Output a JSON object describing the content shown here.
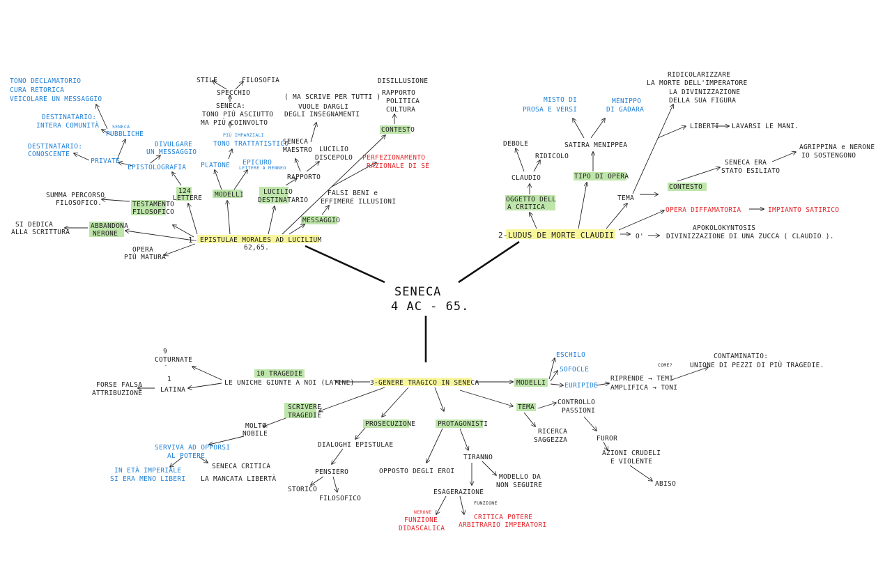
{
  "center": {
    "title": "SENECA",
    "dates": "4 AC - 65."
  },
  "b1": {
    "num": "1-",
    "title": "EPISTULAE MORALES AD LUCILIUM",
    "years": "62,65.",
    "tono": [
      "TONO DECLAMATORIO",
      "CURA RETORICA",
      "VEICOLARE UN MESSAGGIO"
    ],
    "seneca_small": "SENECA",
    "pubbliche": "PUBBLICHE",
    "dest_intera": [
      "DESTINATARIO:",
      "INTERA COMUNITÀ"
    ],
    "dest_conoscente": [
      "DESTINATARIO:",
      "CONOSCENTE"
    ],
    "private": "PRIVATE",
    "divulgare": [
      "DIVULGARE",
      "UN MESSAGGIO"
    ],
    "epistolografia": "EPISTOLOGRAFIA",
    "lettere": [
      "124",
      "LETTERE"
    ],
    "summa": [
      "SUMMA PERCORSO",
      "FILOSOFICO."
    ],
    "testamento": [
      "TESTAMENTO",
      "FILOSOFICO"
    ],
    "si_dedica": [
      "SI DEDICA",
      "ALLA SCRITTURA"
    ],
    "abbandona": [
      "ABBANDONA",
      "NERONE"
    ],
    "opera": [
      "OPERA",
      "PIÙ MATURA"
    ],
    "stile": "STILE",
    "filosofia": "FILOSOFIA",
    "specchio": "SPECCHIO",
    "seneca_tono": [
      "SENECA:",
      "TONO PIÙ ASCIUTTO",
      "MA PIÙ COINVOLTO"
    ],
    "piu_imparziali": "PIÙ IMPARZIALI",
    "tono_trattatistico": "TONO TRATTATISTICO",
    "platone": "PLATONE",
    "epicuro": "EPICURO",
    "lettere_a_menneo": "LETTERE A MENNEO",
    "modelli": "MODELLI",
    "ma_scrive": "( MA SCRIVE PER TUTTI )",
    "vuole_darli": [
      "VUOLE DARGLI",
      "DEGLI INSEGNAMENTI"
    ],
    "seneca_maestro": [
      "SENECA",
      "MAESTRO"
    ],
    "lucilio_discepolo": [
      "LUCILIO",
      "DISCEPOLO"
    ],
    "rapporto": "RAPPORTO",
    "lucilio_dest": [
      "LUCILIO",
      "DESTINATARIO"
    ],
    "disillusione": [
      "DISILLUSIONE",
      "RAPPORTO",
      "POLITICA",
      "CULTURA"
    ],
    "contesto": "CONTESTO",
    "perfezionamento": [
      "PERFEZIONAMENTO",
      "RAZIONALE DI SÉ"
    ],
    "falsi_beni": [
      "FALSI BENI e",
      "EFFIMERE ILLUSIONI"
    ],
    "messaggio": "MESSAGGIO"
  },
  "b2": {
    "num": "2-",
    "title": "LUDUS DE MORTE CLAUDII",
    "misto": [
      "MISTO DI",
      "PROSA E VERSI"
    ],
    "menippo": [
      "MENIPPO",
      "DI GADARA"
    ],
    "satira": "SATIRA MENIPPEA",
    "debole": "DEBOLE",
    "ridicolo": "RIDICOLO",
    "claudio": "CLAUDIO",
    "tipo": "TIPO DI OPERA",
    "oggetto": [
      "OGGETTO DELL",
      "A CRITICA"
    ],
    "ridicolarizzare": [
      "RIDICOLARIZZARE",
      "LA MORTE DELL'IMPERATORE",
      "LA DIVINIZZAZIONE",
      "DELLA SUA FIGURA"
    ],
    "liberti": "LIBERTI",
    "lavarsi": "LAVARSI LE MANI.",
    "tema": "TEMA",
    "agrippina": [
      "AGRIPPINA e NERONE",
      "IO SOSTENGONO"
    ],
    "seneca_era": [
      "SENECA ERA",
      "STATO ESILIATO"
    ],
    "contesto": "CONTESTO",
    "opera_diff": "OPERA DIFFAMATORIA",
    "impianto": "IMPIANTO SATIRICO",
    "apokolo": [
      "APOKOLOKYNTOSIS",
      "DIVINIZZAZIONE DI UNA ZUCCA ( CLAUDIO )."
    ],
    "to_o": "O'"
  },
  "b3": {
    "num": "3-",
    "title": "GENERE TRAGICO IN SENECA",
    "io_tragedie": "10 TRAGEDIE",
    "le_uniche": "LE UNICHE GIUNTE A NOI (LATINE)",
    "nine": "9",
    "coturnate": "COTURNATE",
    "one": "1",
    "latina": "LATINA",
    "forse": [
      "FORSE FALSA",
      "ATTRIBUZIONE"
    ],
    "scrivere": [
      "SCRIVERE",
      "TRAGEDIE"
    ],
    "molto": [
      "MOLTO",
      "NOBILE"
    ],
    "serviva": [
      "SERVIVA AD OPPORSI",
      "AL POTERE"
    ],
    "eta": [
      "IN ETÀ IMPERIALE",
      "SI ERA MENO LIBERI"
    ],
    "critica": [
      "SENECA CRITICA",
      "LA MANCATA LIBERTÀ"
    ],
    "prosecuzione": "PROSECUZIONE",
    "dialoghi": "DIALOGHI EPISTULAE",
    "pensiero": "PENSIERO",
    "storico": "STORICO",
    "filosofico": "FILOSOFICO",
    "protagonisti": "PROTAGONISTI",
    "opposto": "OPPOSTO DEGLI EROI",
    "tiranno": "TIRANNO",
    "modello": [
      "MODELLO DA",
      "NON SEGUIRE"
    ],
    "esagerazione": "ESAGERAZIONE",
    "funzione_sml": "FUNZIONE",
    "nerone_sml": "NERONE",
    "funzione_did": [
      "FUNZIONE",
      "DIDASCALICA"
    ],
    "critica_potere": [
      "CRITICA POTERE",
      "ARBITRARIO IMPERATORI"
    ],
    "tema": "TEMA",
    "controllo": [
      "CONTROLLO",
      "PASSIONI"
    ],
    "ricerca": [
      "RICERCA",
      "SAGGEZZA"
    ],
    "furor": "FUROR",
    "azioni": [
      "AZIONI CRUDELI",
      "E VIOLENTE"
    ],
    "abiso": "ABISO",
    "modelli": "MODELLI",
    "eschilo": "ESCHILO",
    "sofocle": "SOFOCLE",
    "euripide": "EURIPIDE",
    "come": "COME?",
    "riprende": "RIPRENDE → TEMI",
    "amplifica": "AMPLIFICA → TONI",
    "contaminatio": [
      "CONTAMINATIO:",
      "UNIONE DI PEZZI DI PIÙ TRAGEDIE."
    ]
  },
  "colors": {
    "text": "#1c1c1c",
    "blue": "#1e7fd6",
    "red": "#e3262a",
    "yellow": "#f7f48c",
    "green": "#a8dc8e"
  }
}
